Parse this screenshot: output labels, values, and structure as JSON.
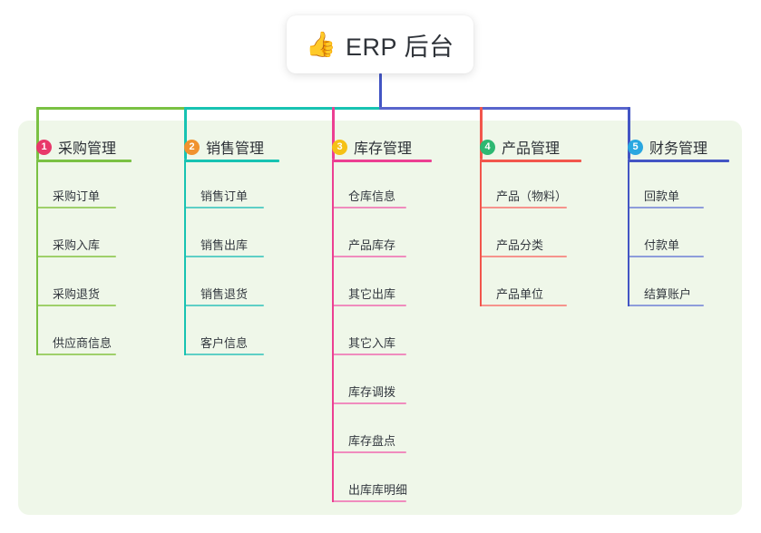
{
  "root": {
    "emoji": "👍",
    "emoji_name": "thumbs-up-icon",
    "title": "ERP 后台"
  },
  "panel": {
    "background": "#eff7e9"
  },
  "columns": [
    {
      "index": "1",
      "title": "采购管理",
      "badge_color": "#e8386a",
      "rule_color": "#7ac143",
      "branch_color": "#7ac143",
      "items": [
        "采购订单",
        "采购入库",
        "采购退货",
        "供应商信息"
      ],
      "item_rule_color": "#9fd06a"
    },
    {
      "index": "2",
      "title": "销售管理",
      "badge_color": "#f0922f",
      "rule_color": "#17c3b2",
      "branch_color": "#17c3b2",
      "items": [
        "销售订单",
        "销售出库",
        "销售退货",
        "客户信息"
      ],
      "item_rule_color": "#5ecfc6"
    },
    {
      "index": "3",
      "title": "库存管理",
      "badge_color": "#f5c116",
      "rule_color": "#ec3f92",
      "branch_color": "#ec3f92",
      "items": [
        "仓库信息",
        "产品库存",
        "其它出库",
        "其它入库",
        "库存调拨",
        "库存盘点",
        "出库库明细"
      ],
      "item_rule_color": "#f08cbe"
    },
    {
      "index": "4",
      "title": "产品管理",
      "badge_color": "#2eb872",
      "rule_color": "#f2564c",
      "branch_color": "#f2564c",
      "items": [
        "产品（物料）",
        "产品分类",
        "产品单位"
      ],
      "item_rule_color": "#f6938c"
    },
    {
      "index": "5",
      "title": "财务管理",
      "badge_color": "#2aa7e0",
      "rule_color": "#4355c4",
      "branch_color": "#4355c4",
      "items": [
        "回款单",
        "付款单",
        "结算账户"
      ],
      "item_rule_color": "#8e9ddb"
    }
  ],
  "connectors": {
    "trunk_color": "#4355c4",
    "bus_left_color": "#7ac143",
    "bus_mid_color": "#17c3b2",
    "bus_right_color": "#5865cc"
  }
}
